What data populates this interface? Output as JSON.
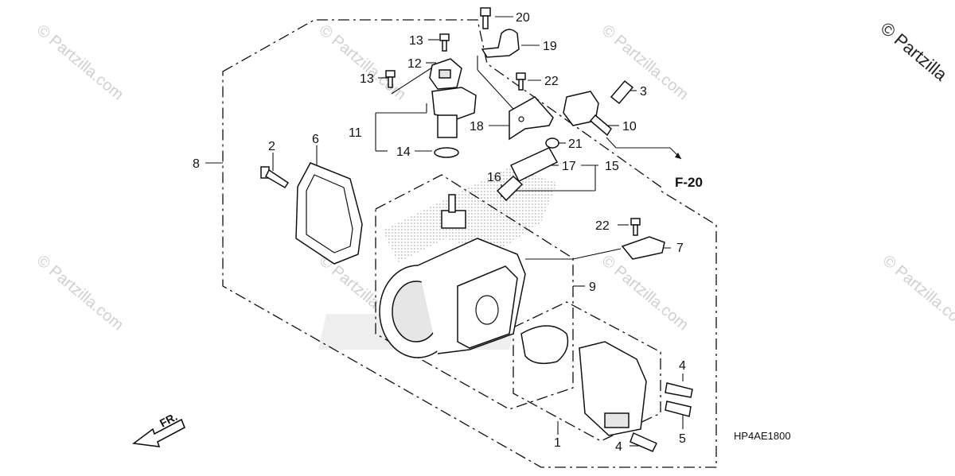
{
  "watermark": {
    "corner_text": "© Partzilla",
    "repeat_text": "© Partzilla.com"
  },
  "reference": "F-20",
  "diagram_code": "HP4AE1800",
  "front_label": "FR.",
  "callouts": {
    "c20": "20",
    "c19": "19",
    "c13a": "13",
    "c12": "12",
    "c13b": "13",
    "c22a": "22",
    "c3": "3",
    "c11": "11",
    "c18": "18",
    "c10": "10",
    "c14": "14",
    "c21": "21",
    "c17": "17",
    "c15": "15",
    "c2": "2",
    "c6": "6",
    "c8": "8",
    "c16": "16",
    "c22b": "22",
    "c7": "7",
    "c9": "9",
    "c4a": "4",
    "c5": "5",
    "c1": "1",
    "c4b": "4"
  }
}
